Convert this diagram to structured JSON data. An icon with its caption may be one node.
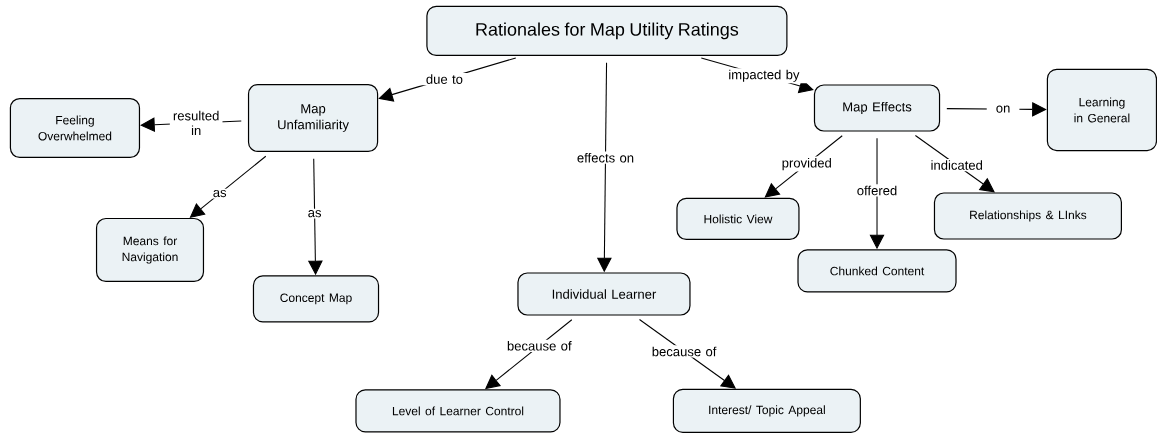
{
  "diagram": {
    "nodes": [
      {
        "text": [
          "Rationales for Map Utility Ratings"
        ]
      },
      {
        "text": [
          "Map Unfamiliarity"
        ]
      },
      {
        "text": [
          "Feeling Overwhelmed"
        ]
      },
      {
        "text": [
          "Means for Navigation"
        ]
      },
      {
        "text": [
          "Concept Map"
        ]
      },
      {
        "text": [
          "Individual Learner"
        ]
      },
      {
        "text": [
          "Level of Learner Control"
        ]
      },
      {
        "text": [
          "Interest/ Topic Appeal"
        ]
      },
      {
        "text": [
          "Map Effects"
        ]
      },
      {
        "text": [
          "Learning in General"
        ]
      },
      {
        "text": [
          "Holistic View"
        ]
      },
      {
        "text": [
          "Chunked Content"
        ]
      },
      {
        "text": [
          "Relationships & LInks"
        ]
      }
    ],
    "edges": [
      {
        "from": 0,
        "to": 1,
        "arrow": "to",
        "label": "due to"
      },
      {
        "from": 1,
        "to": 2,
        "arrow": "to",
        "label": "resulted in"
      },
      {
        "from": 1,
        "to": 3,
        "arrow": "to",
        "label": "as"
      },
      {
        "from": 1,
        "to": 4,
        "arrow": "to",
        "label": "as"
      },
      {
        "from": 0,
        "to": 5,
        "arrow": "to",
        "label": "effects on"
      },
      {
        "from": 5,
        "to": 6,
        "arrow": "to",
        "label": "because of"
      },
      {
        "from": 5,
        "to": 7,
        "arrow": "to",
        "label": "because of"
      },
      {
        "from": 0,
        "to": 8,
        "arrow": "to",
        "label": "impacted by"
      },
      {
        "from": 8,
        "to": 9,
        "arrow": "to",
        "label": "on"
      },
      {
        "from": 8,
        "to": 10,
        "arrow": "to",
        "label": "provided"
      },
      {
        "from": 8,
        "to": 11,
        "arrow": "to",
        "label": "offered"
      },
      {
        "from": 8,
        "to": 12,
        "arrow": "to",
        "label": "indicated"
      }
    ]
  }
}
